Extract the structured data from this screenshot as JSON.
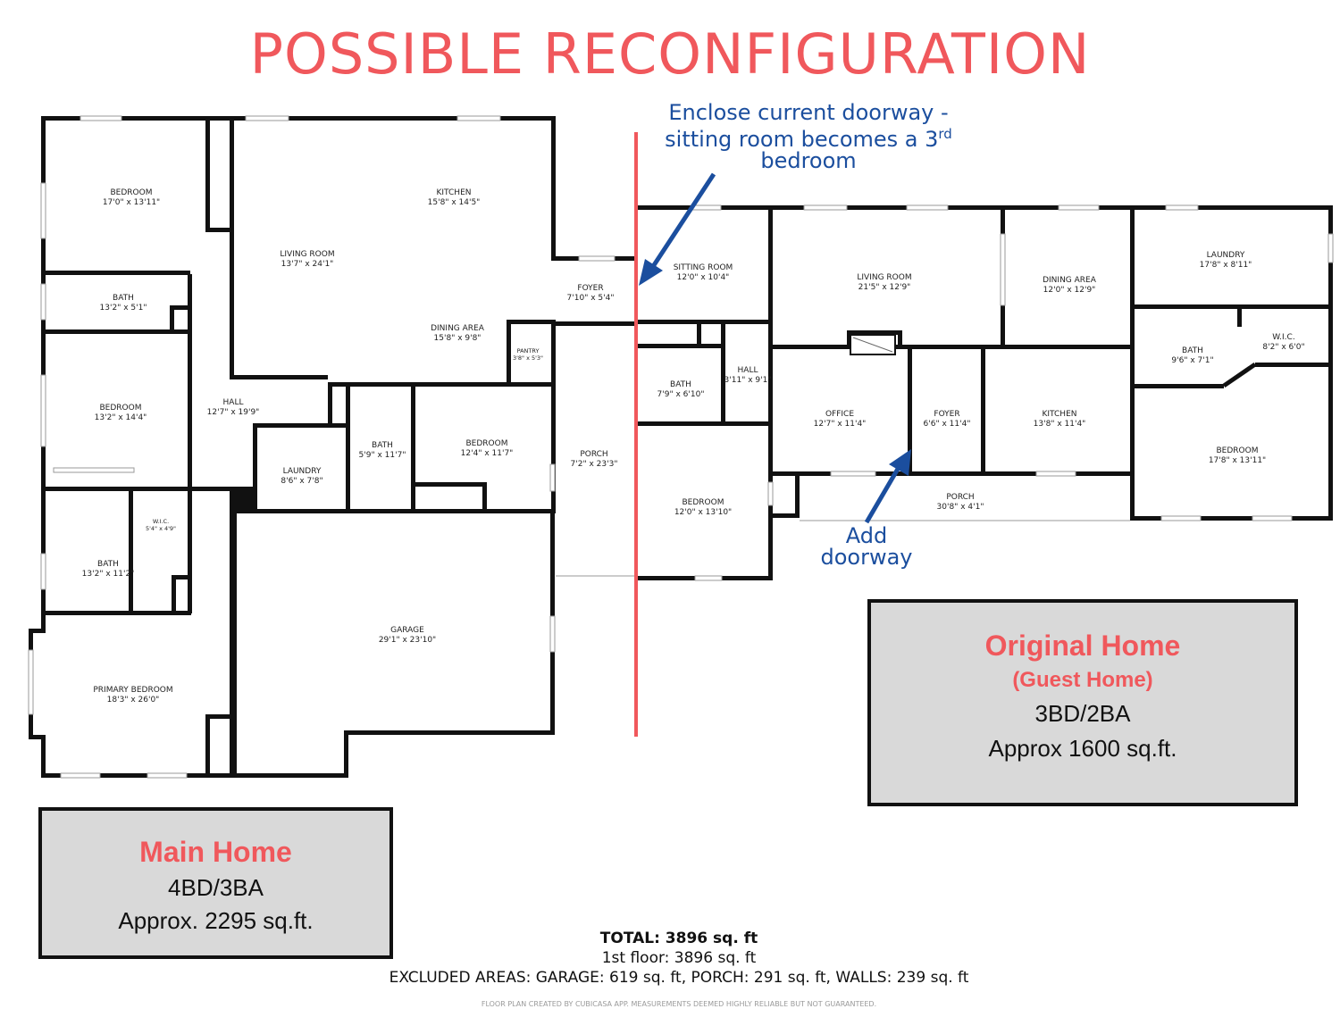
{
  "title": "POSSIBLE RECONFIGURATION",
  "annotations": {
    "enclose": {
      "line1": "Enclose current doorway -",
      "line2": "sitting room becomes a 3",
      "sup": "rd",
      "line3": "bedroom"
    },
    "add_doorway": {
      "line1": "Add",
      "line2": "doorway"
    }
  },
  "colors": {
    "title": "#f0585c",
    "annotation": "#1b4e9e",
    "divider": "#f0585c",
    "box_fill": "#d9d9d9",
    "wall": "#111111"
  },
  "rooms": {
    "main_bedroom_top": {
      "name": "BEDROOM",
      "size": "17'0\" x 13'11\""
    },
    "main_living": {
      "name": "LIVING ROOM",
      "size": "13'7\" x 24'1\""
    },
    "main_kitchen": {
      "name": "KITCHEN",
      "size": "15'8\" x 14'5\""
    },
    "main_bath_top": {
      "name": "BATH",
      "size": "13'2\" x 5'1\""
    },
    "main_foyer": {
      "name": "FOYER",
      "size": "7'10\" x 5'4\""
    },
    "main_dining": {
      "name": "DINING AREA",
      "size": "15'8\" x 9'8\""
    },
    "main_pantry": {
      "name": "PANTRY",
      "size": "3'8\" x 5'3\""
    },
    "main_bedroom_mid": {
      "name": "BEDROOM",
      "size": "13'2\" x 14'4\""
    },
    "main_hall": {
      "name": "HALL",
      "size": "12'7\" x 19'9\""
    },
    "main_bath_mid": {
      "name": "BATH",
      "size": "5'9\" x 11'7\""
    },
    "main_bedroom_c": {
      "name": "BEDROOM",
      "size": "12'4\" x 11'7\""
    },
    "main_porch": {
      "name": "PORCH",
      "size": "7'2\" x 23'3\""
    },
    "main_laundry": {
      "name": "LAUNDRY",
      "size": "8'6\" x 7'8\""
    },
    "main_wic": {
      "name": "W.I.C.",
      "size": "5'4\" x 4'9\""
    },
    "main_bath_bottom": {
      "name": "BATH",
      "size": "13'2\" x 11'2\""
    },
    "main_garage": {
      "name": "GARAGE",
      "size": "29'1\" x 23'10\""
    },
    "main_primary": {
      "name": "PRIMARY BEDROOM",
      "size": "18'3\" x 26'0\""
    },
    "guest_sitting": {
      "name": "SITTING ROOM",
      "size": "12'0\" x 10'4\""
    },
    "guest_living": {
      "name": "LIVING ROOM",
      "size": "21'5\" x 12'9\""
    },
    "guest_dining": {
      "name": "DINING AREA",
      "size": "12'0\" x 12'9\""
    },
    "guest_laundry": {
      "name": "LAUNDRY",
      "size": "17'8\" x 8'11\""
    },
    "guest_bath_a": {
      "name": "BATH",
      "size": "7'9\" x 6'10\""
    },
    "guest_hall": {
      "name": "HALL",
      "size": "3'11\" x 9'1\""
    },
    "guest_office": {
      "name": "OFFICE",
      "size": "12'7\" x 11'4\""
    },
    "guest_foyer": {
      "name": "FOYER",
      "size": "6'6\" x 11'4\""
    },
    "guest_kitchen": {
      "name": "KITCHEN",
      "size": "13'8\" x 11'4\""
    },
    "guest_bath_b": {
      "name": "BATH",
      "size": "9'6\" x 7'1\""
    },
    "guest_wic": {
      "name": "W.I.C.",
      "size": "8'2\" x 6'0\""
    },
    "guest_bedroom_r": {
      "name": "BEDROOM",
      "size": "17'8\" x 13'11\""
    },
    "guest_bedroom_l": {
      "name": "BEDROOM",
      "size": "12'0\" x 13'10\""
    },
    "guest_porch": {
      "name": "PORCH",
      "size": "30'8\" x 4'1\""
    }
  },
  "original_home": {
    "heading": "Original Home",
    "subheading": "(Guest Home)",
    "beds_baths": "3BD/2BA",
    "area": "Approx 1600 sq.ft."
  },
  "main_home": {
    "heading": "Main Home",
    "beds_baths": "4BD/3BA",
    "area": "Approx. 2295 sq.ft."
  },
  "totals": {
    "total": "TOTAL: 3896 sq. ft",
    "first_floor": "1st floor: 3896 sq. ft",
    "excluded": "EXCLUDED AREAS: GARAGE: 619 sq. ft, PORCH: 291 sq. ft, WALLS: 239 sq. ft"
  },
  "disclaimer": "FLOOR PLAN CREATED BY CUBICASA APP. MEASUREMENTS DEEMED HIGHLY RELIABLE BUT NOT GUARANTEED."
}
